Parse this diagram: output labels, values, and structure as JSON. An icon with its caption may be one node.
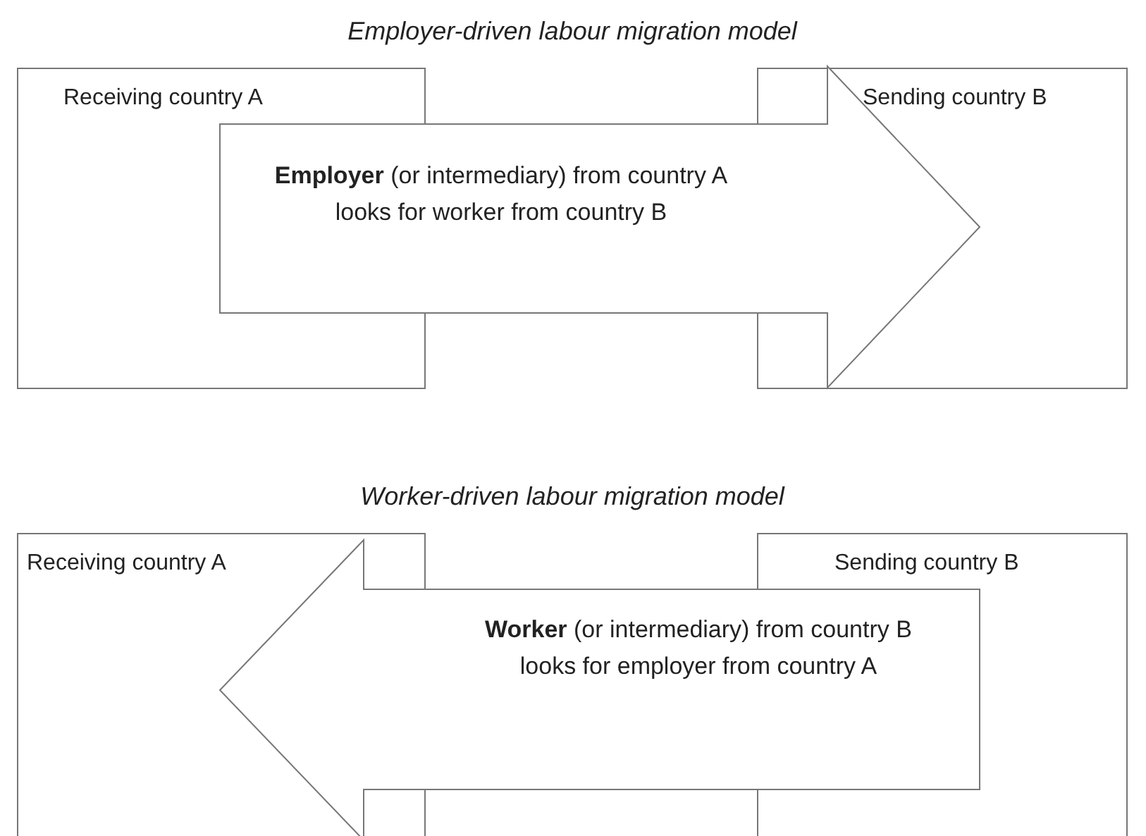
{
  "diagram": {
    "nodes": [
      {
        "text": [
          "Receiving country A"
        ]
      },
      {
        "text": [
          "Sending country B"
        ]
      },
      {
        "text": [
          "Receiving country A"
        ]
      },
      {
        "text": [
          "Sending country B"
        ]
      }
    ],
    "edges": [
      {
        "from": 0,
        "to": 1,
        "arrow": "to",
        "label": "**Employer** (or intermediary) from country A looks for worker from country B"
      },
      {
        "from": 3,
        "to": 2,
        "arrow": "to",
        "label": "**Worker** (or intermediary) from country B looks for employer from country A"
      }
    ],
    "labels": [
      "Employer-driven labour migration model",
      "Worker-driven labour migration model"
    ]
  }
}
